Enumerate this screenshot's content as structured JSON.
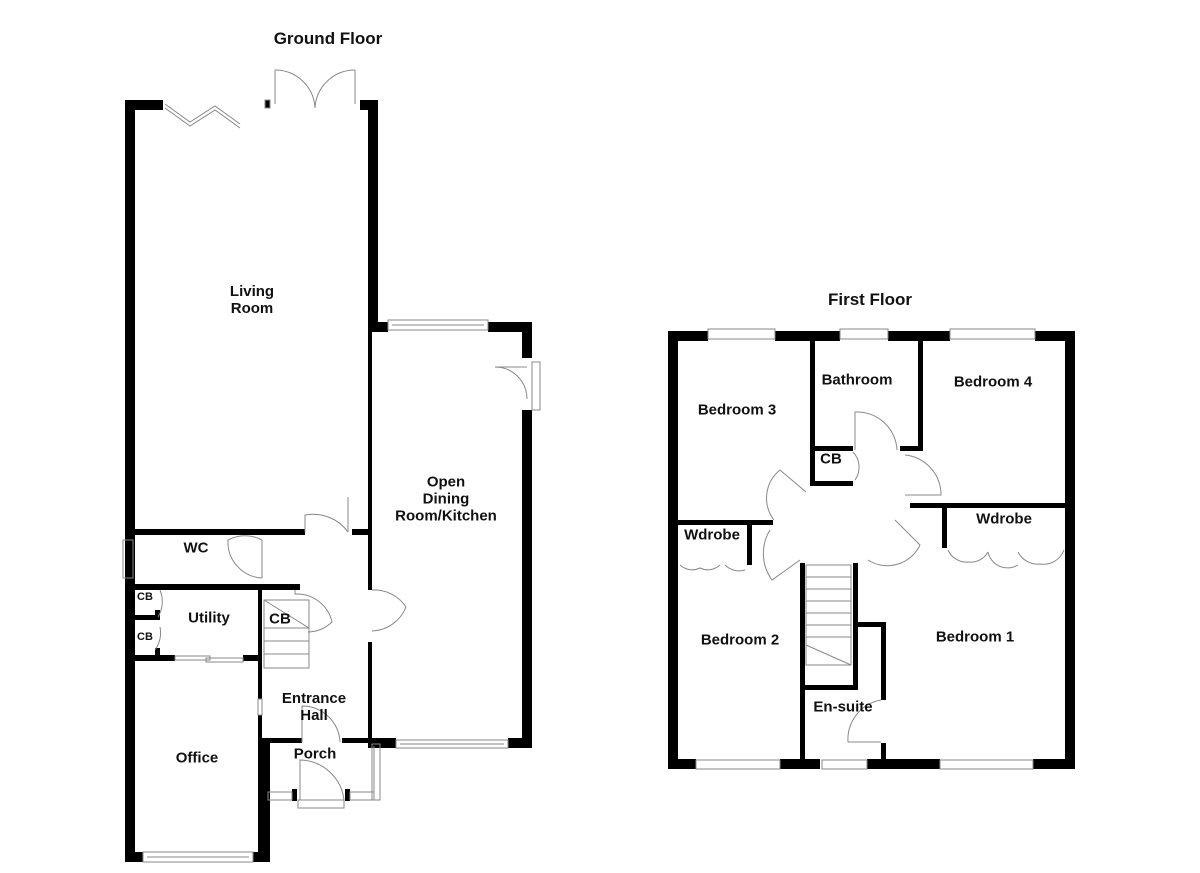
{
  "floors": {
    "ground": {
      "title": "Ground Floor",
      "rooms": {
        "living_room": "Living\nRoom",
        "dining_kitchen": "Open\nDining\nRoom/Kitchen",
        "wc": "WC",
        "utility": "Utility",
        "cb_utility_1": "CB",
        "cb_utility_2": "CB",
        "cb_stairs": "CB",
        "entrance_hall": "Entrance\nHall",
        "porch": "Porch",
        "office": "Office"
      }
    },
    "first": {
      "title": "First Floor",
      "rooms": {
        "bedroom_3": "Bedroom 3",
        "bathroom": "Bathroom",
        "bedroom_4": "Bedroom 4",
        "cb_landing": "CB",
        "wardrobe_2": "Wdrobe",
        "wardrobe_1": "Wdrobe",
        "bedroom_2": "Bedroom 2",
        "bedroom_1": "Bedroom 1",
        "en_suite": "En-suite"
      }
    }
  },
  "colors": {
    "wall": "#000000",
    "fixture_line": "#888888",
    "background": "#ffffff",
    "text": "#111111"
  }
}
